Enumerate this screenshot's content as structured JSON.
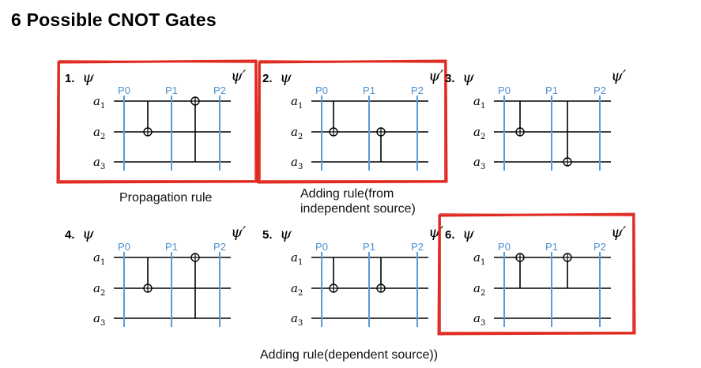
{
  "title": "6 Possible CNOT Gates",
  "colors": {
    "probe_line": "#5b9bd5",
    "probe_label": "#4a90d0",
    "highlight": "#e02a20",
    "wire": "#000000"
  },
  "psi": "ψ",
  "psi_prime": "ψ′",
  "probe_labels": [
    "P0",
    "P1",
    "P2"
  ],
  "qubit_labels": [
    {
      "base": "a",
      "sub": "1"
    },
    {
      "base": "a",
      "sub": "2"
    },
    {
      "base": "a",
      "sub": "3"
    }
  ],
  "circuits": [
    {
      "number": "1.",
      "highlighted": true,
      "gates": [
        {
          "control": 1,
          "target": 2
        },
        {
          "control": 3,
          "target": 1
        }
      ]
    },
    {
      "number": "2.",
      "highlighted": true,
      "gates": [
        {
          "control": 1,
          "target": 2
        },
        {
          "control": 3,
          "target": 2
        }
      ]
    },
    {
      "number": "3.",
      "highlighted": false,
      "gates": [
        {
          "control": 1,
          "target": 2
        },
        {
          "control": 1,
          "target": 3
        }
      ]
    },
    {
      "number": "4.",
      "highlighted": false,
      "gates": [
        {
          "control": 1,
          "target": 2
        },
        {
          "control": 3,
          "target": 1
        }
      ]
    },
    {
      "number": "5.",
      "highlighted": false,
      "gates": [
        {
          "control": 1,
          "target": 2
        },
        {
          "control": 1,
          "target": 2
        }
      ]
    },
    {
      "number": "6.",
      "highlighted": true,
      "gates": [
        {
          "control": 2,
          "target": 1
        },
        {
          "control": 2,
          "target": 1
        }
      ]
    }
  ],
  "captions": {
    "propagation": "Propagation rule",
    "adding_independent_line1": "Adding rule(from",
    "adding_independent_line2": "independent source)",
    "adding_dependent": "Adding rule(dependent source))"
  }
}
